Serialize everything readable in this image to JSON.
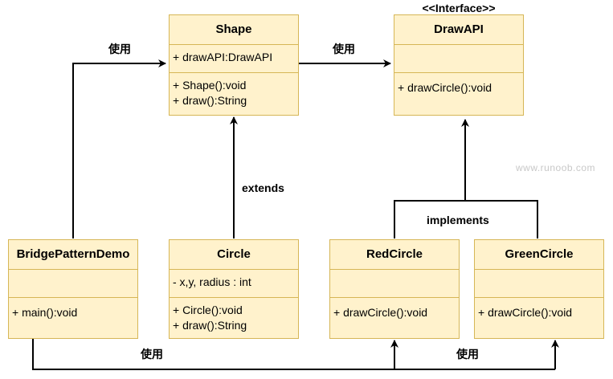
{
  "classes": {
    "shape": {
      "stereotype": "",
      "name": "Shape",
      "attributes": [
        "+ drawAPI:DrawAPI"
      ],
      "operations": [
        "+ Shape():void",
        "+ draw():String"
      ]
    },
    "drawapi": {
      "stereotype": "<<Interface>>",
      "name": "DrawAPI",
      "attributes": [],
      "operations": [
        "+ drawCircle():void"
      ]
    },
    "demo": {
      "name": "BridgePatternDemo",
      "attributes": [],
      "operations": [
        "+ main():void"
      ]
    },
    "circle": {
      "name": "Circle",
      "attributes": [
        "- x,y, radius : int"
      ],
      "operations": [
        "+ Circle():void",
        "+ draw():String"
      ]
    },
    "redcircle": {
      "name": "RedCircle",
      "attributes": [],
      "operations": [
        "+ drawCircle():void"
      ]
    },
    "greencircle": {
      "name": "GreenCircle",
      "attributes": [],
      "operations": [
        "+ drawCircle():void"
      ]
    }
  },
  "labels": {
    "use_demo_shape": "使用",
    "use_shape_drawapi": "使用",
    "extends": "extends",
    "implements": "implements",
    "use_bottom_left": "使用",
    "use_bottom_right": "使用"
  },
  "watermark": "www.runoob.com",
  "colors": {
    "class_fill": "#fff2cc",
    "class_border": "#d6b656",
    "line": "#000000"
  }
}
